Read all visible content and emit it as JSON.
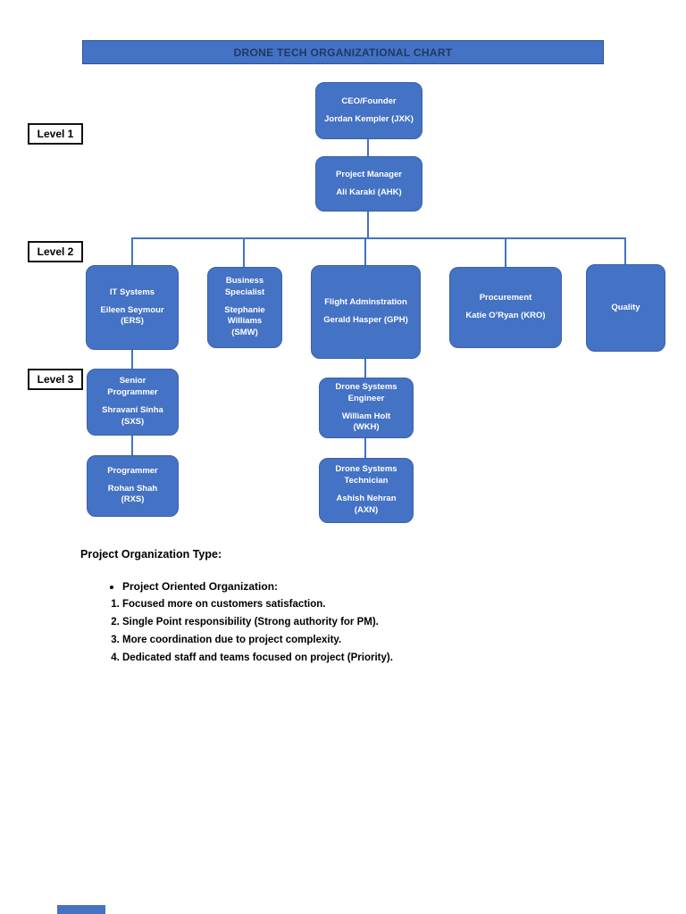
{
  "banner": {
    "title": "DRONE TECH ORGANIZATIONAL CHART"
  },
  "level_labels": [
    "Level 1",
    "Level 2",
    "Level 3"
  ],
  "nodes": {
    "ceo": {
      "role": "CEO/Founder",
      "person": "Jordan Kempler (JXK)"
    },
    "pm": {
      "role": "Project Manager",
      "person": "Ali Karaki (AHK)"
    },
    "it": {
      "role": "IT Systems",
      "person": "Eileen Seymour (ERS)"
    },
    "bs": {
      "role": "Business Specialist",
      "person": "Stephanie Williams (SMW)"
    },
    "fa": {
      "role": "Flight Adminstration",
      "person": "Gerald Hasper (GPH)"
    },
    "pr": {
      "role": "Procurement",
      "person": "Katie O’Ryan (KRO)"
    },
    "qu": {
      "role": "Quality",
      "person": ""
    },
    "sp": {
      "role": "Senior Programmer",
      "person": "Shravani Sinha (SXS)"
    },
    "pg": {
      "role": "Programmer",
      "person": "Rohan Shah (RXS)"
    },
    "de": {
      "role": "Drone Systems Engineer",
      "person": "William Holt (WKH)"
    },
    "dt": {
      "role": "Drone Systems Technician",
      "person": "Ashish Nehran (AXN)"
    }
  },
  "notes": {
    "heading": "Project Organization Type:",
    "bullet": "Project Oriented Organization:",
    "items": [
      "Focused more on customers satisfaction.",
      "Single Point responsibility (Strong authority for PM).",
      "More coordination due to project complexity.",
      "Dedicated staff and teams focused on project (Priority)."
    ]
  },
  "colors": {
    "node_fill": "#4472C4",
    "node_border": "#3a62a8",
    "banner_text": "#1F3864",
    "connector": "#4472C4"
  }
}
